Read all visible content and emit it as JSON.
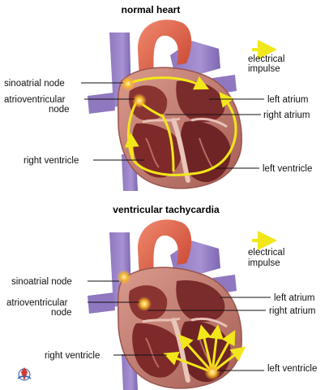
{
  "colors": {
    "background": "#ffffff",
    "vein": "#9b86c9",
    "vein_dark": "#7f68b3",
    "muscle": "#c07b72",
    "muscle_light": "#e4b9ad",
    "chamber": "#7e2a2a",
    "chamber_dark": "#5a1a1b",
    "aorta": "#e6624a",
    "impulse": "#f2e71a",
    "node_glow": "#f6a61c"
  },
  "panels": [
    {
      "id": "normal",
      "title": "normal heart",
      "legend": {
        "icon": "yellow-arrow-icon",
        "line1": "electrical",
        "line2": "impulse"
      },
      "labels": {
        "sinoatrial_node": "sinoatrial node",
        "atrioventricular_line1": "atrioventricular",
        "atrioventricular_line2": "node",
        "left_atrium": "left atrium",
        "right_atrium": "right atrium",
        "right_ventricle": "right ventricle",
        "left_ventricle": "left ventricle"
      }
    },
    {
      "id": "tachycardia",
      "title": "ventricular tachycardia",
      "legend": {
        "icon": "yellow-arrow-icon",
        "line1": "electrical",
        "line2": "impulse"
      },
      "labels": {
        "sinoatrial_node": "sinoatrial node",
        "atrioventricular_line1": "atrioventricular",
        "atrioventricular_line2": "node",
        "left_atrium": "left atrium",
        "right_atrium": "right atrium",
        "right_ventricle": "right ventricle",
        "left_ventricle": "left ventricle"
      }
    }
  ],
  "logo": {
    "icon": "publisher-logo-icon"
  }
}
